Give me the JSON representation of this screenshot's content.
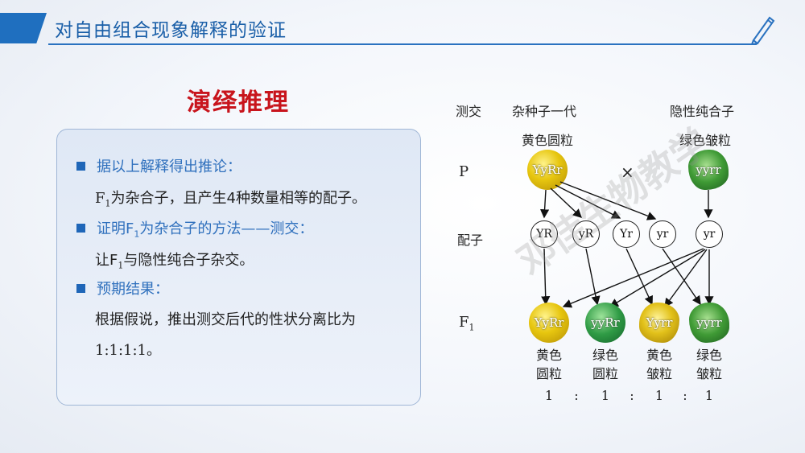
{
  "header": {
    "title": "对自由组合现象解释的验证"
  },
  "section_title": "演绎推理",
  "panel": {
    "bullet1": "据以上解释得出推论：",
    "line1_prefix": "F",
    "line1_sub": "1",
    "line1_rest": "为杂合子，且产生4种数量相等的配子。",
    "bullet2_prefix": "证明F",
    "bullet2_sub": "1",
    "bullet2_rest": "为杂合子的方法——测交：",
    "line2_prefix": "让F",
    "line2_sub": "1",
    "line2_rest": "与隐性纯合子杂交。",
    "bullet3": "预期结果：",
    "line3": "根据假说，推出测交后代的性状分离比为",
    "line4": "1:1:1:1。"
  },
  "diagram": {
    "testcross_label": "测交",
    "hybrid_label": "杂种子一代",
    "recessive_label": "隐性纯合子",
    "hybrid_phenotype": "黄色圆粒",
    "recessive_phenotype": "绿色皱粒",
    "p_label": "P",
    "cross_symbol": "×",
    "parent1_genotype": "YyRr",
    "parent2_genotype": "yyrr",
    "gamete_row_label": "配子",
    "gametes": [
      "YR",
      "yR",
      "Yr",
      "yr"
    ],
    "recessive_gamete": "yr",
    "f1_label": "F",
    "f1_sub": "1",
    "offspring": [
      {
        "genotype": "YyRr",
        "phenotype_line1": "黄色",
        "phenotype_line2": "圆粒"
      },
      {
        "genotype": "yyRr",
        "phenotype_line1": "绿色",
        "phenotype_line2": "圆粒"
      },
      {
        "genotype": "Yyrr",
        "phenotype_line1": "黄色",
        "phenotype_line2": "皱粒"
      },
      {
        "genotype": "yyrr",
        "phenotype_line1": "绿色",
        "phenotype_line2": "皱粒"
      }
    ],
    "ratio": [
      "1",
      ":",
      "1",
      ":",
      "1",
      ":",
      "1"
    ],
    "watermark": "邓佳生物教学"
  },
  "colors": {
    "accent_blue": "#1f6fbf",
    "title_red": "#c8141c",
    "bullet_text_blue": "#2f70bd"
  },
  "icons": {
    "header_decoration": "pen-icon",
    "bullet": "square-bullet-icon"
  }
}
